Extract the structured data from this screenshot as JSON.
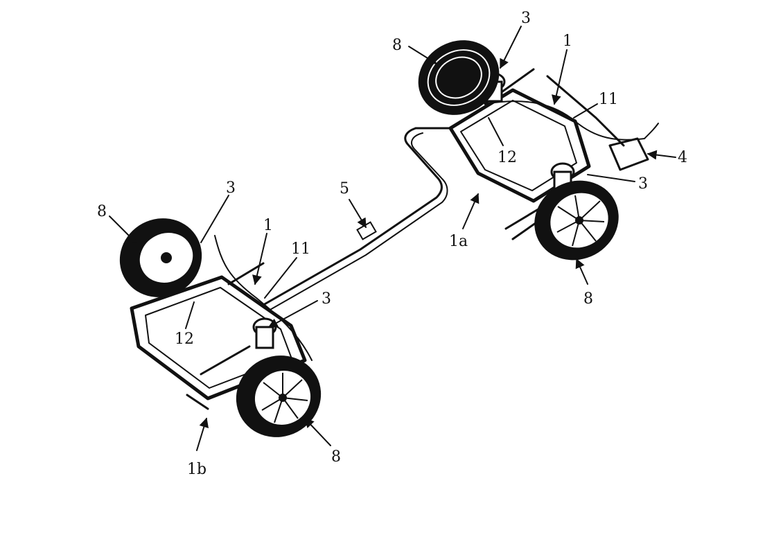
{
  "callouts": {
    "front_wheel_top": "8",
    "front_strut_top": "3",
    "front_subframe": "1",
    "front_brake_line": "11",
    "front_sensor_bracket": "12",
    "component_4": "4",
    "front_strut_right": "3",
    "front_wheel_bottom": "8",
    "front_axle_ref": "1a",
    "bracket_5": "5",
    "rear_wheel_left": "8",
    "rear_strut_top": "3",
    "rear_subframe": "1",
    "rear_brake_line": "11",
    "rear_strut_right": "3",
    "rear_sensor_bracket": "12",
    "rear_axle_ref": "1b",
    "rear_wheel_bottom": "8"
  }
}
